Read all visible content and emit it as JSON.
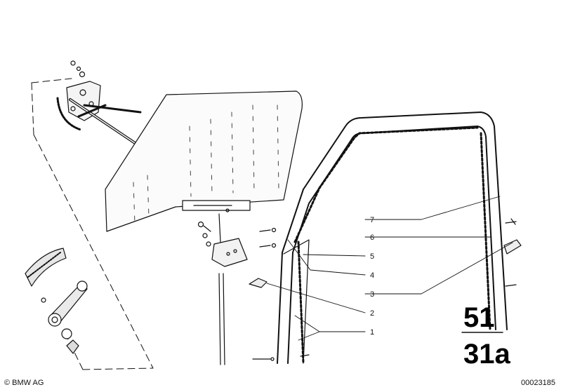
{
  "callouts": [
    {
      "num": "7",
      "name": "callout-7"
    },
    {
      "num": "6",
      "name": "callout-6"
    },
    {
      "num": "5",
      "name": "callout-5"
    },
    {
      "num": "4",
      "name": "callout-4"
    },
    {
      "num": "3",
      "name": "callout-3"
    },
    {
      "num": "2",
      "name": "callout-2"
    },
    {
      "num": "1",
      "name": "callout-1"
    }
  ],
  "group": {
    "major": "51",
    "minor": "31a"
  },
  "footer": {
    "copyright_symbol": "©",
    "brand": "BMW AG",
    "image_id": "00023185"
  }
}
